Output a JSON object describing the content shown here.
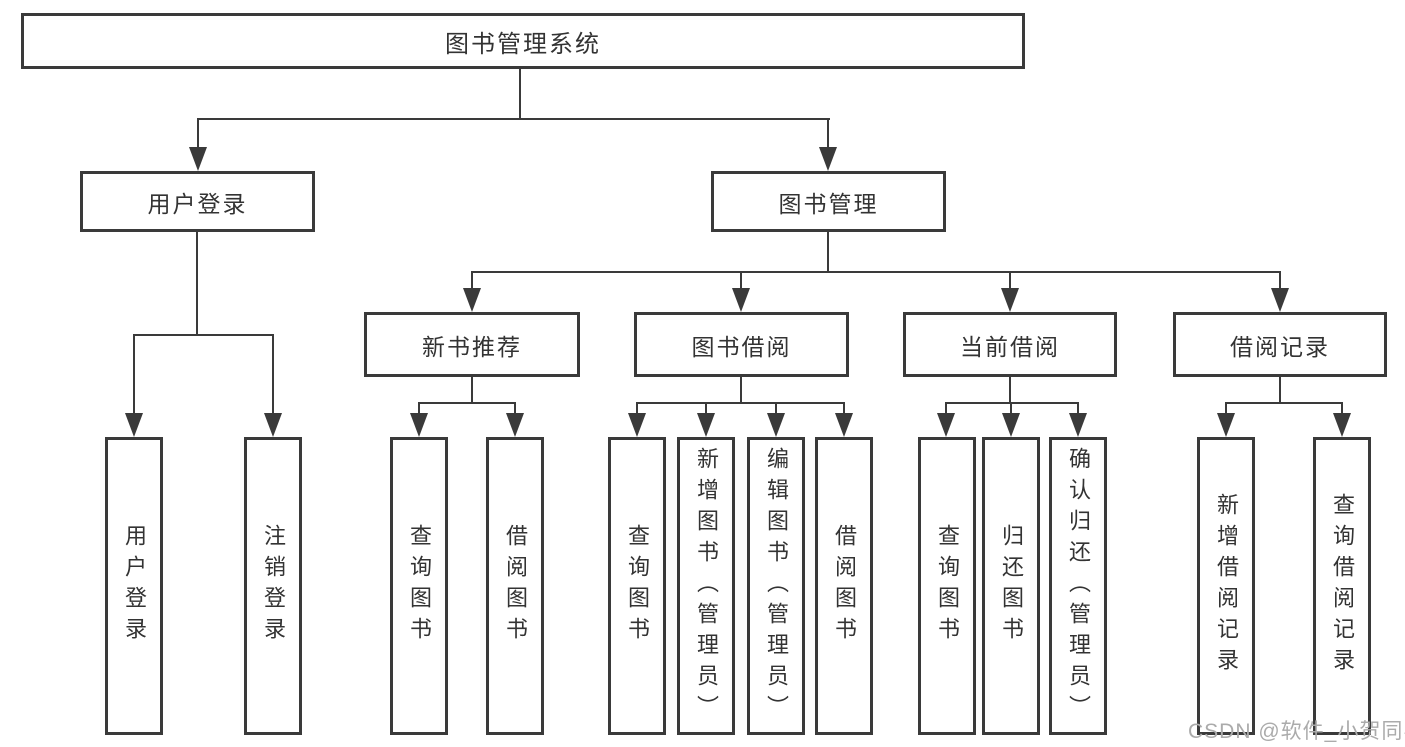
{
  "colors": {
    "line": "#3a3a3a",
    "border": "#3a3a3a",
    "text": "#333333",
    "background": "#ffffff",
    "watermark": "#ababab"
  },
  "watermark": "CSDN @软件_小贺同学",
  "tree": {
    "label": "图书管理系统",
    "children": [
      {
        "label": "用户登录",
        "children": [
          {
            "label": "用户登录"
          },
          {
            "label": "注销登录"
          }
        ]
      },
      {
        "label": "图书管理",
        "children": [
          {
            "label": "新书推荐",
            "children": [
              {
                "label": "查询图书"
              },
              {
                "label": "借阅图书"
              }
            ]
          },
          {
            "label": "图书借阅",
            "children": [
              {
                "label": "查询图书"
              },
              {
                "label": "新增图书（管理员）"
              },
              {
                "label": "编辑图书（管理员）"
              },
              {
                "label": "借阅图书"
              }
            ]
          },
          {
            "label": "当前借阅",
            "children": [
              {
                "label": "查询图书"
              },
              {
                "label": "归还图书"
              },
              {
                "label": "确认归还（管理员）"
              }
            ]
          },
          {
            "label": "借阅记录",
            "children": [
              {
                "label": "新增借阅记录"
              },
              {
                "label": "查询借阅记录"
              }
            ]
          }
        ]
      }
    ]
  }
}
